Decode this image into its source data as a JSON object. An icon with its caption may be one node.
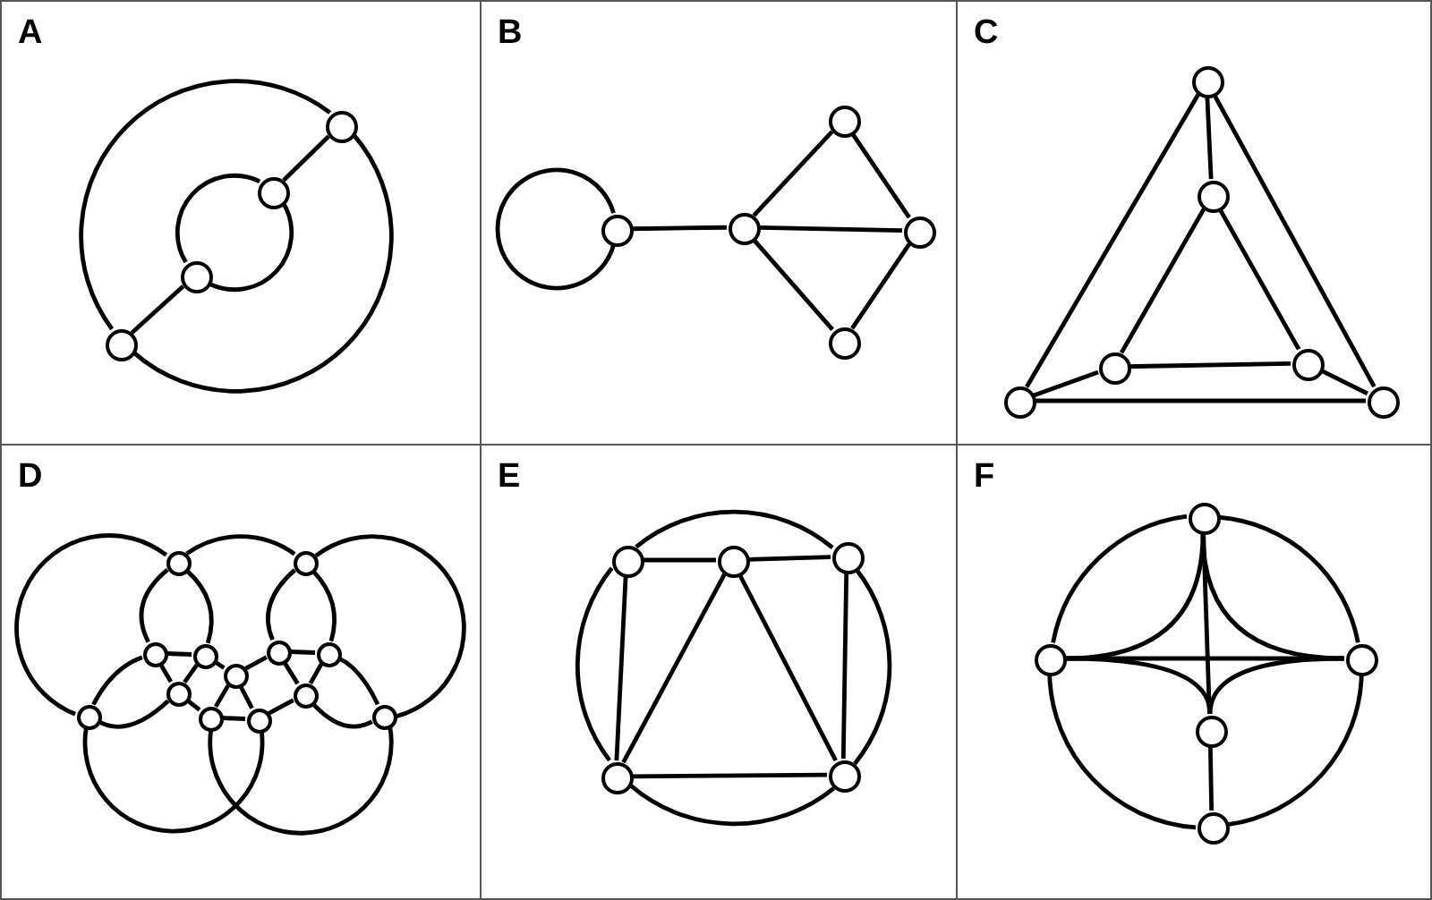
{
  "diagram": {
    "nodes": [
      {
        "text": [
          "A"
        ]
      },
      {
        "text": [
          "B"
        ]
      },
      {
        "text": [
          "C"
        ]
      },
      {
        "text": [
          "D"
        ]
      },
      {
        "text": [
          "E"
        ]
      },
      {
        "text": [
          "F"
        ]
      },
      {
        "text": [],
        "shape": "circle",
        "in": 0
      },
      {
        "text": [],
        "shape": "circle",
        "in": 0
      },
      {
        "text": [],
        "shape": "circle",
        "in": 0
      },
      {
        "text": [],
        "shape": "circle",
        "in": 0
      },
      {
        "text": [],
        "shape": "circle",
        "in": 1
      },
      {
        "text": [],
        "shape": "circle",
        "in": 1
      },
      {
        "text": [],
        "shape": "circle",
        "in": 1
      },
      {
        "text": [],
        "shape": "circle",
        "in": 1
      },
      {
        "text": [],
        "shape": "circle",
        "in": 1
      },
      {
        "text": [],
        "shape": "circle",
        "in": 2
      },
      {
        "text": [],
        "shape": "circle",
        "in": 2
      },
      {
        "text": [],
        "shape": "circle",
        "in": 2
      },
      {
        "text": [],
        "shape": "circle",
        "in": 2
      },
      {
        "text": [],
        "shape": "circle",
        "in": 2
      },
      {
        "text": [],
        "shape": "circle",
        "in": 2
      },
      {
        "text": [],
        "shape": "circle",
        "in": 3
      },
      {
        "text": [],
        "shape": "circle",
        "in": 3
      },
      {
        "text": [],
        "shape": "circle",
        "in": 3
      },
      {
        "text": [],
        "shape": "circle",
        "in": 3
      },
      {
        "text": [],
        "shape": "circle",
        "in": 3
      },
      {
        "text": [],
        "shape": "circle",
        "in": 3
      },
      {
        "text": [],
        "shape": "circle",
        "in": 3
      },
      {
        "text": [],
        "shape": "circle",
        "in": 3
      },
      {
        "text": [],
        "shape": "circle",
        "in": 3
      },
      {
        "text": [],
        "shape": "circle",
        "in": 3
      },
      {
        "text": [],
        "shape": "circle",
        "in": 3
      },
      {
        "text": [],
        "shape": "circle",
        "in": 3
      },
      {
        "text": [],
        "shape": "circle",
        "in": 3
      },
      {
        "text": [],
        "shape": "circle",
        "in": 4
      },
      {
        "text": [],
        "shape": "circle",
        "in": 4
      },
      {
        "text": [],
        "shape": "circle",
        "in": 4
      },
      {
        "text": [],
        "shape": "circle",
        "in": 4
      },
      {
        "text": [],
        "shape": "circle",
        "in": 4
      },
      {
        "text": [],
        "shape": "circle",
        "in": 5
      },
      {
        "text": [],
        "shape": "circle",
        "in": 5
      },
      {
        "text": [],
        "shape": "circle",
        "in": 5
      },
      {
        "text": [],
        "shape": "circle",
        "in": 5
      },
      {
        "text": [],
        "shape": "circle",
        "in": 5
      }
    ],
    "edges": [
      {
        "from": 6,
        "to": 7,
        "arrow": "none"
      },
      {
        "from": 6,
        "to": 9,
        "arrow": "none"
      },
      {
        "from": 6,
        "to": 9,
        "arrow": "none"
      },
      {
        "from": 7,
        "to": 8,
        "arrow": "none"
      },
      {
        "from": 7,
        "to": 8,
        "arrow": "none"
      },
      {
        "from": 8,
        "to": 9,
        "arrow": "none"
      },
      {
        "from": 10,
        "to": 10,
        "arrow": "none"
      },
      {
        "from": 10,
        "to": 11,
        "arrow": "none"
      },
      {
        "from": 11,
        "to": 12,
        "arrow": "none"
      },
      {
        "from": 11,
        "to": 13,
        "arrow": "none"
      },
      {
        "from": 11,
        "to": 14,
        "arrow": "none"
      },
      {
        "from": 12,
        "to": 13,
        "arrow": "none"
      },
      {
        "from": 13,
        "to": 14,
        "arrow": "none"
      },
      {
        "from": 15,
        "to": 16,
        "arrow": "none"
      },
      {
        "from": 15,
        "to": 19,
        "arrow": "none"
      },
      {
        "from": 15,
        "to": 20,
        "arrow": "none"
      },
      {
        "from": 16,
        "to": 17,
        "arrow": "none"
      },
      {
        "from": 16,
        "to": 18,
        "arrow": "none"
      },
      {
        "from": 17,
        "to": 18,
        "arrow": "none"
      },
      {
        "from": 19,
        "to": 17,
        "arrow": "none"
      },
      {
        "from": 18,
        "to": 20,
        "arrow": "none"
      },
      {
        "from": 19,
        "to": 20,
        "arrow": "none"
      },
      {
        "from": 21,
        "to": 22,
        "arrow": "none"
      },
      {
        "from": 21,
        "to": 30,
        "arrow": "none"
      },
      {
        "from": 22,
        "to": 33,
        "arrow": "none"
      },
      {
        "from": 21,
        "to": 23,
        "arrow": "none"
      },
      {
        "from": 21,
        "to": 24,
        "arrow": "none"
      },
      {
        "from": 22,
        "to": 25,
        "arrow": "none"
      },
      {
        "from": 22,
        "to": 26,
        "arrow": "none"
      },
      {
        "from": 23,
        "to": 24,
        "arrow": "none"
      },
      {
        "from": 25,
        "to": 26,
        "arrow": "none"
      },
      {
        "from": 23,
        "to": 30,
        "arrow": "none"
      },
      {
        "from": 26,
        "to": 33,
        "arrow": "none"
      },
      {
        "from": 23,
        "to": 28,
        "arrow": "none"
      },
      {
        "from": 24,
        "to": 28,
        "arrow": "none"
      },
      {
        "from": 24,
        "to": 27,
        "arrow": "none"
      },
      {
        "from": 27,
        "to": 25,
        "arrow": "none"
      },
      {
        "from": 25,
        "to": 29,
        "arrow": "none"
      },
      {
        "from": 26,
        "to": 29,
        "arrow": "none"
      },
      {
        "from": 30,
        "to": 28,
        "arrow": "none"
      },
      {
        "from": 33,
        "to": 29,
        "arrow": "none"
      },
      {
        "from": 28,
        "to": 31,
        "arrow": "none"
      },
      {
        "from": 31,
        "to": 27,
        "arrow": "none"
      },
      {
        "from": 27,
        "to": 32,
        "arrow": "none"
      },
      {
        "from": 29,
        "to": 32,
        "arrow": "none"
      },
      {
        "from": 31,
        "to": 32,
        "arrow": "none"
      },
      {
        "from": 30,
        "to": 32,
        "arrow": "none"
      },
      {
        "from": 31,
        "to": 33,
        "arrow": "none"
      },
      {
        "from": 34,
        "to": 35,
        "arrow": "none"
      },
      {
        "from": 35,
        "to": 36,
        "arrow": "none"
      },
      {
        "from": 34,
        "to": 37,
        "arrow": "none"
      },
      {
        "from": 36,
        "to": 38,
        "arrow": "none"
      },
      {
        "from": 37,
        "to": 38,
        "arrow": "none"
      },
      {
        "from": 35,
        "to": 37,
        "arrow": "none"
      },
      {
        "from": 35,
        "to": 38,
        "arrow": "none"
      },
      {
        "from": 34,
        "to": 36,
        "arrow": "none"
      },
      {
        "from": 36,
        "to": 38,
        "arrow": "none"
      },
      {
        "from": 38,
        "to": 37,
        "arrow": "none"
      },
      {
        "from": 37,
        "to": 34,
        "arrow": "none"
      },
      {
        "from": 39,
        "to": 41,
        "arrow": "none"
      },
      {
        "from": 41,
        "to": 43,
        "arrow": "none"
      },
      {
        "from": 43,
        "to": 40,
        "arrow": "none"
      },
      {
        "from": 40,
        "to": 39,
        "arrow": "none"
      },
      {
        "from": 40,
        "to": 41,
        "arrow": "none"
      },
      {
        "from": 39,
        "to": 42,
        "arrow": "none"
      },
      {
        "from": 42,
        "to": 43,
        "arrow": "none"
      },
      {
        "from": 39,
        "to": 40,
        "arrow": "none"
      },
      {
        "from": 39,
        "to": 41,
        "arrow": "none"
      },
      {
        "from": 40,
        "to": 42,
        "arrow": "none"
      },
      {
        "from": 41,
        "to": 42,
        "arrow": "none"
      }
    ]
  }
}
